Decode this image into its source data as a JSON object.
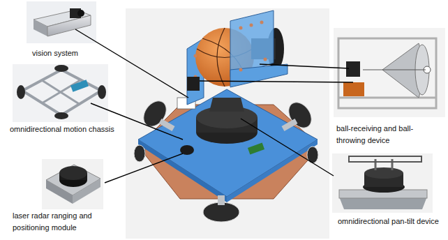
{
  "diagram": {
    "labels": [
      "vision system",
      "omnidirectional motion chassis",
      "laser radar ranging and positioning module",
      "ball-receiving and ball-throwing device",
      "omnidirectional pan-tilt device"
    ]
  }
}
